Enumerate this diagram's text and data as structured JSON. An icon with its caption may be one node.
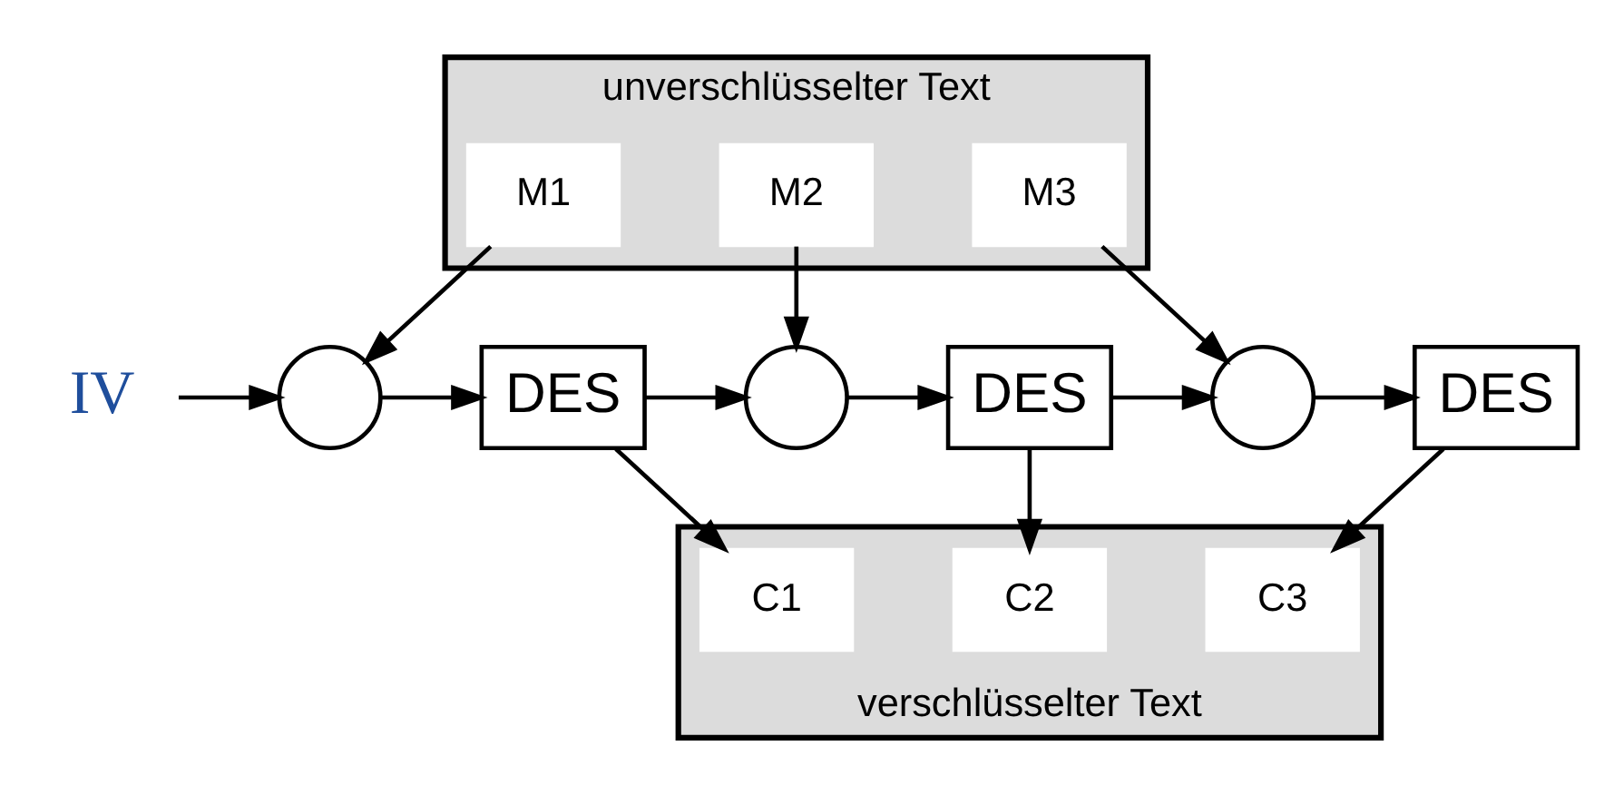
{
  "diagram": {
    "nodes": [
      {
        "text": [
          "unverschlüsselter Text"
        ]
      },
      {
        "text": [
          "M1"
        ],
        "in": 0
      },
      {
        "text": [
          "M2"
        ],
        "in": 0
      },
      {
        "text": [
          "M3"
        ],
        "in": 0
      },
      {
        "text": [
          "IV"
        ]
      },
      {
        "text": [],
        "shape": "circle"
      },
      {
        "text": [
          "DES"
        ]
      },
      {
        "text": [],
        "shape": "circle"
      },
      {
        "text": [
          "DES"
        ]
      },
      {
        "text": [],
        "shape": "circle"
      },
      {
        "text": [
          "DES"
        ]
      },
      {
        "text": [
          "verschlüsselter Text"
        ]
      },
      {
        "text": [
          "C1"
        ],
        "in": 11
      },
      {
        "text": [
          "C2"
        ],
        "in": 11
      },
      {
        "text": [
          "C3"
        ],
        "in": 11
      }
    ],
    "edges": [
      {
        "from": 4,
        "to": 5,
        "arrow": "to"
      },
      {
        "from": 1,
        "to": 5,
        "arrow": "to"
      },
      {
        "from": 5,
        "to": 6,
        "arrow": "to"
      },
      {
        "from": 6,
        "to": 7,
        "arrow": "to"
      },
      {
        "from": 2,
        "to": 7,
        "arrow": "to"
      },
      {
        "from": 7,
        "to": 8,
        "arrow": "to"
      },
      {
        "from": 8,
        "to": 9,
        "arrow": "to"
      },
      {
        "from": 3,
        "to": 9,
        "arrow": "to"
      },
      {
        "from": 9,
        "to": 10,
        "arrow": "to"
      },
      {
        "from": 6,
        "to": 12,
        "arrow": "to"
      },
      {
        "from": 8,
        "to": 13,
        "arrow": "to"
      },
      {
        "from": 10,
        "to": 14,
        "arrow": "to"
      }
    ]
  }
}
